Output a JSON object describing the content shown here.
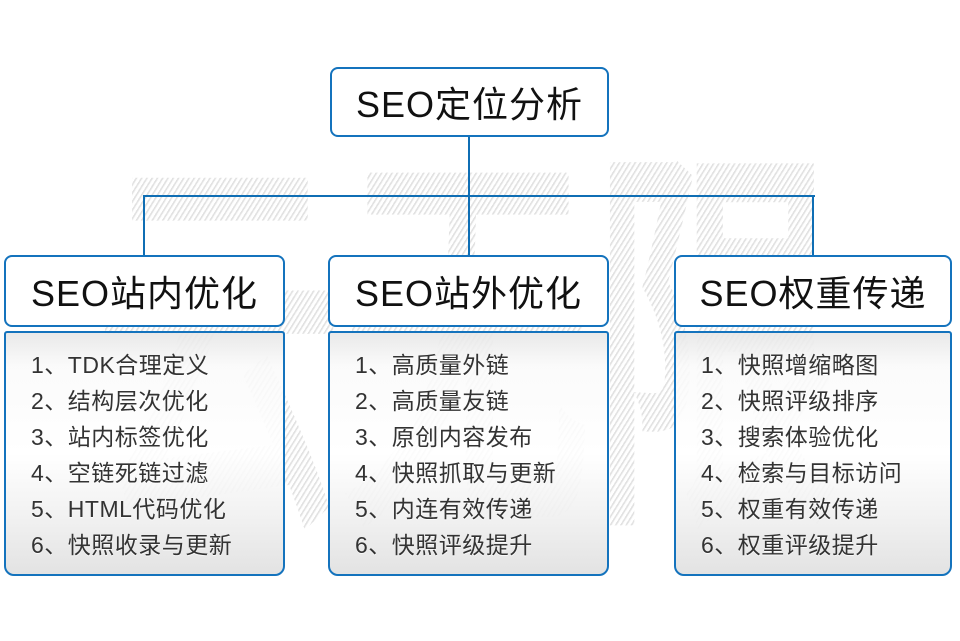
{
  "diagram": {
    "root": {
      "label": "SEO定位分析"
    },
    "branches": [
      {
        "label": "SEO站内优化",
        "items": [
          "1、TDK合理定义",
          "2、结构层次优化",
          "3、站内标签优化",
          "4、空链死链过滤",
          "5、HTML代码优化",
          "6、快照收录与更新"
        ]
      },
      {
        "label": "SEO站外优化",
        "items": [
          "1、高质量外链",
          "2、高质量友链",
          "3、原创内容发布",
          "4、快照抓取与更新",
          "5、内连有效传递",
          "6、快照评级提升"
        ]
      },
      {
        "label": "SEO权重传递",
        "items": [
          "1、快照增缩略图",
          "2、快照评级排序",
          "3、搜索体验优化",
          "4、检索与目标访问",
          "5、权重有效传递",
          "6、权重评级提升"
        ]
      }
    ],
    "watermark_text": "云无限",
    "colors": {
      "connector_blue": "#0f6eb4",
      "box_border_blue": "#1473bd",
      "title_text": "#111111",
      "list_text": "#333333",
      "panel_gray_top": "#e7e7e7",
      "panel_gray_bottom": "#e1e1e1",
      "background": "#ffffff"
    }
  }
}
